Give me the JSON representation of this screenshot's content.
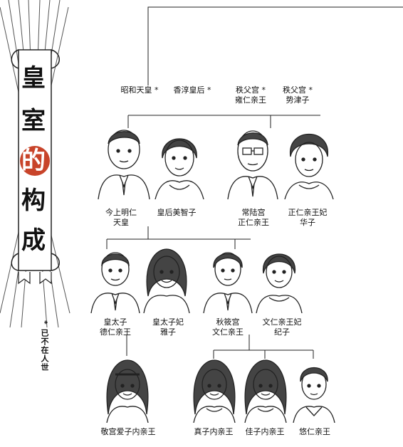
{
  "banner": {
    "title_chars": [
      "皇",
      "室",
      "的",
      "构",
      "成"
    ],
    "accent_color": "#c8442a",
    "note": "* 已不在人世"
  },
  "generations": {
    "top": [
      {
        "id": "showa",
        "label": "昭和天皇 *"
      },
      {
        "id": "kojun",
        "label": "香淳皇后 *"
      },
      {
        "id": "chichibu_m",
        "label_lines": [
          "秩父宫 *",
          "雍仁亲王"
        ]
      },
      {
        "id": "chichibu_f",
        "label_lines": [
          "秩父宫 *",
          "势津子"
        ]
      }
    ],
    "second": [
      {
        "id": "akihito",
        "label_lines": [
          "今上明仁",
          "天皇"
        ]
      },
      {
        "id": "michiko",
        "label_lines": [
          "皇后美智子",
          ""
        ]
      },
      {
        "id": "hitachi",
        "label_lines": [
          "常陆宫",
          "正仁亲王"
        ]
      },
      {
        "id": "hanako",
        "label_lines": [
          "正仁亲王妃",
          "华子"
        ]
      }
    ],
    "third": [
      {
        "id": "naruhito",
        "label_lines": [
          "皇太子",
          "德仁亲王"
        ]
      },
      {
        "id": "masako",
        "label_lines": [
          "皇太子妃",
          "雅子"
        ]
      },
      {
        "id": "akishino",
        "label_lines": [
          "秋筱宫",
          "文仁亲王"
        ]
      },
      {
        "id": "kiko",
        "label_lines": [
          "文仁亲王妃",
          "纪子"
        ]
      }
    ],
    "fourth": [
      {
        "id": "aiko",
        "label": "敬宫爱子内亲王"
      },
      {
        "id": "mako",
        "label": "真子内亲王"
      },
      {
        "id": "kako",
        "label": "佳子内亲王"
      },
      {
        "id": "hisahito",
        "label": "悠仁亲王"
      }
    ]
  }
}
